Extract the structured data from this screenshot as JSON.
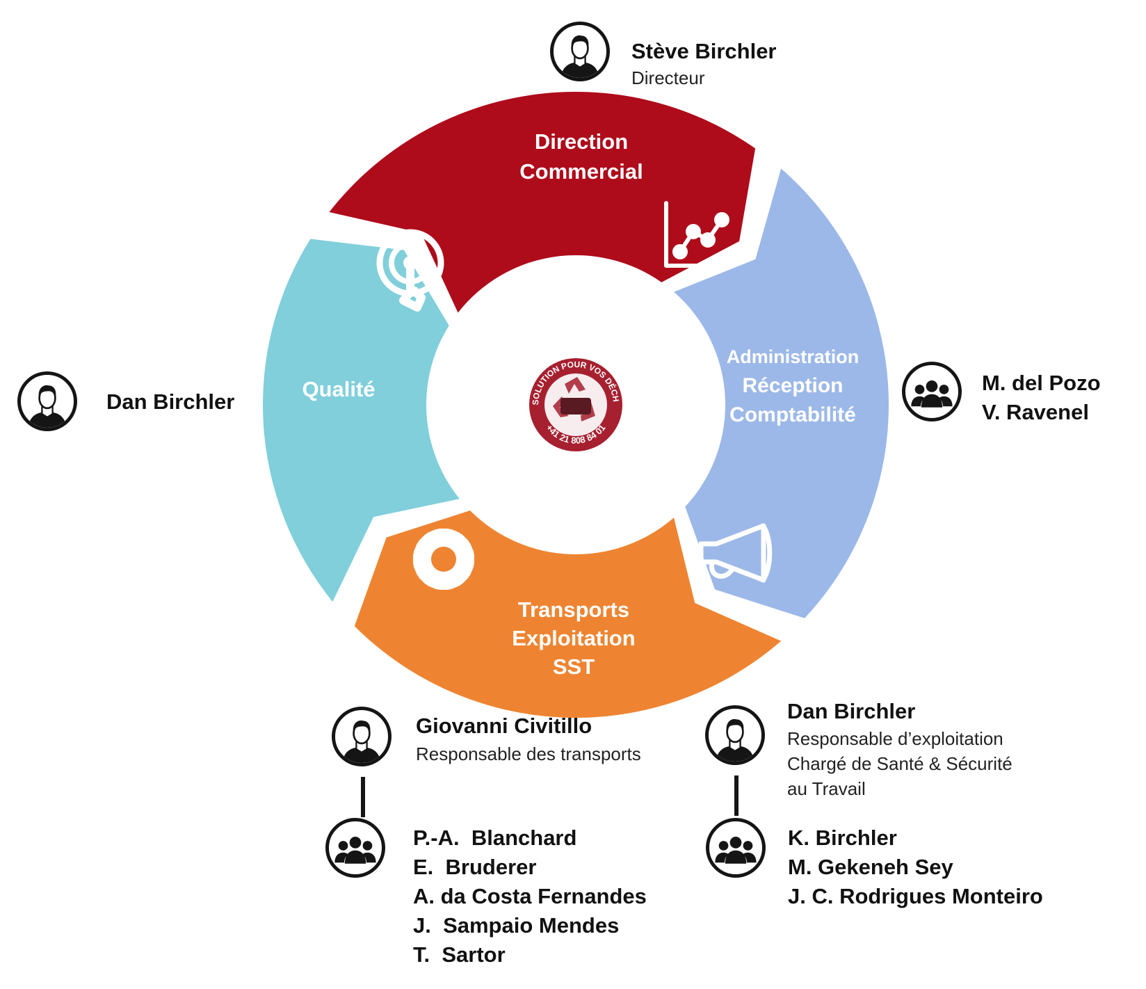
{
  "colors": {
    "direction_segment": "#ae0b1b",
    "administration_segment": "#9cb8e8",
    "transports_segment": "#ee8431",
    "qualite_segment": "#80cfdb",
    "logo_red": "#a62030",
    "text": "#111111"
  },
  "director": {
    "name": "Stève Birchler",
    "role": "Directeur",
    "icon": "person-avatar-icon"
  },
  "segments": {
    "direction": {
      "lines": [
        "Direction",
        "Commercial"
      ],
      "icon": "line-chart-icon"
    },
    "administration": {
      "lines": [
        "Administration",
        "Réception",
        "Comptabilité"
      ],
      "icon": "megaphone-icon"
    },
    "transports": {
      "lines": [
        "Transports",
        "Exploitation",
        "SST"
      ],
      "icon": "gear-icon"
    },
    "qualite": {
      "lines": [
        "Qualité"
      ],
      "icon": "target-touch-icon"
    }
  },
  "center_logo": {
    "top_text": "LA SOLUTION POUR VOS DÉCHETS",
    "bottom_text": "+41 21 808 84 01",
    "icon": "recycle-logo-icon"
  },
  "qualite_person": {
    "name": "Dan Birchler",
    "icon": "person-avatar-icon"
  },
  "admin_team": {
    "icon": "group-icon",
    "members": [
      "M. del Pozo",
      "V. Ravenel"
    ]
  },
  "transport_lead": {
    "name": "Giovanni Civitillo",
    "role": "Responsable des transports",
    "icon": "person-avatar-icon"
  },
  "transport_team": {
    "icon": "group-icon",
    "members": [
      "P.-A.  Blanchard",
      "E.  Bruderer",
      "A. da Costa Fernandes",
      "J.  Sampaio Mendes",
      "T.  Sartor"
    ]
  },
  "exploitation_lead": {
    "name": "Dan Birchler",
    "role_lines": [
      "Responsable d’exploitation",
      "Chargé de Santé & Sécurité",
      "au Travail"
    ],
    "icon": "person-avatar-icon"
  },
  "exploitation_team": {
    "icon": "group-icon",
    "members": [
      "K. Birchler",
      "M. Gekeneh Sey",
      "J. C. Rodrigues Monteiro"
    ]
  }
}
